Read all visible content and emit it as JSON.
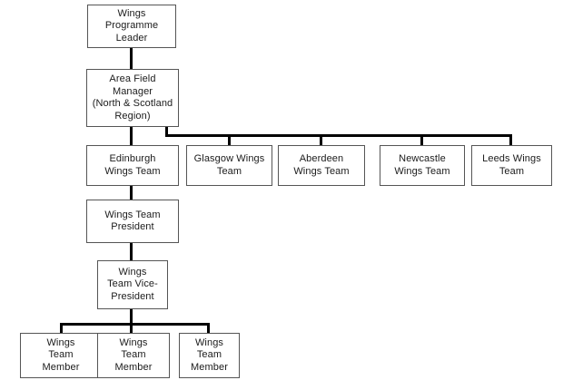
{
  "chart_type": "organisation-chart",
  "background_color": "#ffffff",
  "box_border_color": "#555555",
  "connector_color": "#000000",
  "text_color": "#1b1b1b",
  "nodes": {
    "programme_leader": {
      "label": "Wings\nProgramme\nLeader"
    },
    "area_field_manager": {
      "label": "Area Field\nManager\n(North & Scotland\nRegion)"
    },
    "edinburgh_team": {
      "label": "Edinburgh\nWings Team"
    },
    "glasgow_team": {
      "label": "Glasgow Wings\nTeam"
    },
    "aberdeen_team": {
      "label": "Aberdeen\nWings Team"
    },
    "newcastle_team": {
      "label": "Newcastle\nWings Team"
    },
    "leeds_team": {
      "label": "Leeds Wings\nTeam"
    },
    "team_president": {
      "label": "Wings Team\nPresident"
    },
    "team_vice_president": {
      "label": "Wings\nTeam Vice-\nPresident"
    },
    "team_member_1": {
      "label": "Wings\nTeam\nMember"
    },
    "team_member_2": {
      "label": "Wings\nTeam\nMember"
    },
    "team_member_3": {
      "label": "Wings\nTeam\nMember"
    }
  }
}
